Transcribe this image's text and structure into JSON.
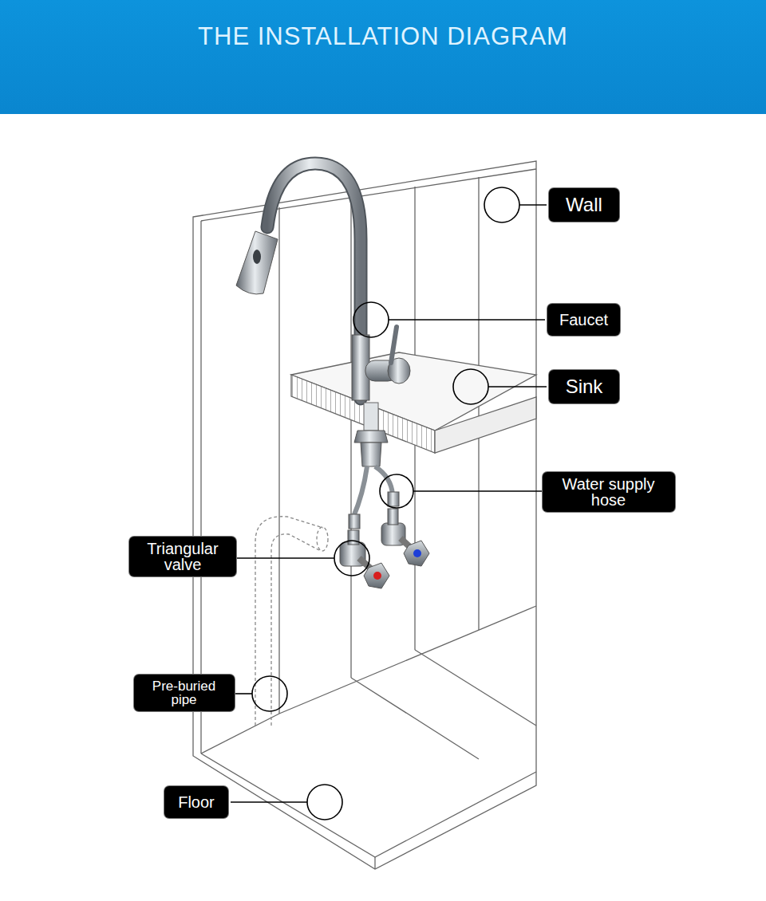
{
  "diagram": {
    "title": "THE INSTALLATION DIAGRAM",
    "nodes": [
      {
        "text": [
          "Wall"
        ]
      },
      {
        "text": [
          "Faucet"
        ]
      },
      {
        "text": [
          "Sink"
        ]
      },
      {
        "text": [
          "Water supply hose"
        ]
      },
      {
        "text": [
          "Triangular valve"
        ]
      },
      {
        "text": [
          "Pre-buried pipe"
        ]
      },
      {
        "text": [
          "Floor"
        ]
      }
    ]
  }
}
